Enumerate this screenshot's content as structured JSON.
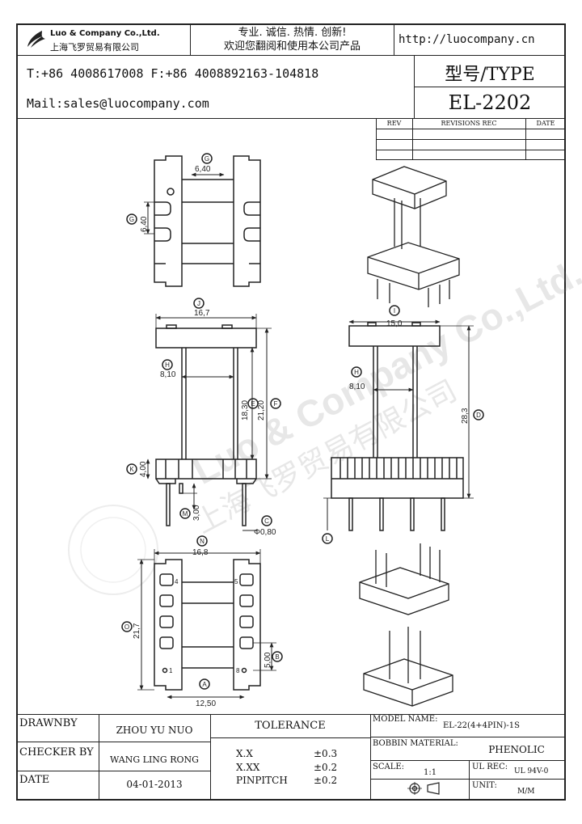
{
  "header": {
    "company_en": "Luo & Company Co.,Ltd.",
    "company_cn": "上海飞罗贸易有限公司",
    "slogan_line1": "专业. 诚信. 热情. 创新!",
    "slogan_line2": "欢迎您翻阅和使用本公司产品",
    "website": "http://luocompany.cn",
    "phone_fax": "T:+86 4008617008 F:+86 4008892163-104818",
    "email": "Mail:sales@luocompany.com",
    "type_label": "型号/TYPE",
    "model": "EL-2202"
  },
  "revisions": {
    "col_rev": "REV",
    "col_rec": "REVISIONS REC",
    "col_date": "DATE"
  },
  "drawing": {
    "dims": {
      "g_top": "6,40",
      "g_side": "6,40",
      "j": "16,7",
      "i": "15,0",
      "h_left": "8,10",
      "h_right": "8,10",
      "e": "18,30",
      "f": "21,20",
      "d": "28,3",
      "k": "4,00",
      "m": "3,00",
      "c": "Φ0,80",
      "n": "16,8",
      "o": "21,7",
      "b": "5,00",
      "a": "12,50"
    },
    "callouts": {
      "g": "G",
      "j": "J",
      "i": "I",
      "h": "H",
      "e": "E",
      "f": "F",
      "d": "D",
      "k": "K",
      "m": "M",
      "c": "C",
      "l": "L",
      "n": "N",
      "o": "O",
      "b": "B",
      "a": "A"
    },
    "pin_numbers": [
      "4",
      "1",
      "5",
      "8"
    ],
    "watermark_en": "Luo & Company Co.,Ltd.",
    "watermark_cn": "上海飞罗贸易有限公司"
  },
  "title_block": {
    "drawn_by_label": "DRAWNBY",
    "drawn_by_value": "ZHOU YU NUO",
    "checker_label": "CHECKER BY",
    "checker_value": "WANG LING RONG",
    "date_label": "DATE",
    "date_value": "04-01-2013",
    "tolerance_label": "TOLERANCE",
    "tol_rows": [
      {
        "k": "X.X",
        "v": "±0.3"
      },
      {
        "k": "X.XX",
        "v": "±0.2"
      },
      {
        "k": "PINPITCH",
        "v": "±0.2"
      }
    ],
    "model_name_label": "MODEL NAME:",
    "model_name_value": "EL-22(4+4PIN)-1S",
    "bobbin_label": "BOBBIN MATERIAL:",
    "bobbin_value": "PHENOLIC",
    "scale_label": "SCALE:",
    "scale_value": "1:1",
    "ul_label": "UL REC:",
    "ul_value": "UL 94V-0",
    "unit_label": "UNIT:",
    "unit_value": "M/M"
  }
}
